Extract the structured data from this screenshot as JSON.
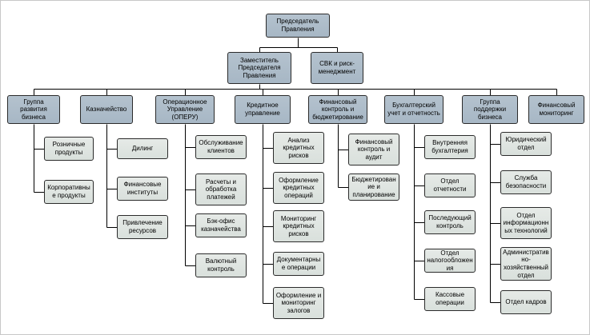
{
  "colors": {
    "parent_fill": "#a7b7c5",
    "child_fill": "#d9e0dc",
    "border": "#2b2b2b",
    "line": "#000000",
    "background": "#ffffff"
  },
  "org": {
    "root": "Председатель Правления",
    "deputy": "Заместитель Председателя Правления",
    "risk": "СВК и риск-менеджмент",
    "departments": [
      {
        "label": "Группа развития бизнеса",
        "children": [
          "Розничные продукты",
          "Корпоративные продукты"
        ]
      },
      {
        "label": "Казначейство",
        "children": [
          "Дилинг",
          "Финансовые институты",
          "Привлечение ресурсов"
        ]
      },
      {
        "label": "Операционное Управление (ОПЕРУ)",
        "children": [
          "Обслуживание клиентов",
          "Расчеты и обработка платежей",
          "Бэк-офис казначейства",
          "Валютный контроль"
        ]
      },
      {
        "label": "Кредитное управление",
        "children": [
          "Анализ кредитных рисков",
          "Оформление кредитных операций",
          "Мониторинг кредитных рисков",
          "Документарные операции",
          "Оформление и мониторинг залогов"
        ]
      },
      {
        "label": "Финансовый контроль и бюджетирование",
        "children": [
          "Финансовый контроль и аудит",
          "Бюджетирование и планирование"
        ]
      },
      {
        "label": "Бухгалтерский учет и отчетность",
        "children": [
          "Внутренняя бухгалтерия",
          "Отдел отчетности",
          "Последующий контроль",
          "Отдел налогообложения",
          "Кассовые операции"
        ]
      },
      {
        "label": "Группа поддержки бизнеса",
        "children": [
          "Юридический отдел",
          "Служба безопасности",
          "Отдел информационных технологий",
          "Административно-хозяйственный отдел",
          "Отдел кадров"
        ]
      },
      {
        "label": "Финансовый мониторинг",
        "children": []
      }
    ]
  }
}
